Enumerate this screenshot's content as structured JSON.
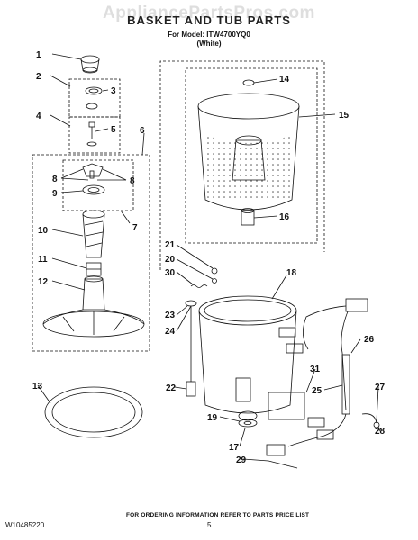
{
  "header": {
    "watermark": "AppliancePartsPros.com",
    "title": "BASKET AND TUB PARTS",
    "model_line": "For Model: ITW4700YQ0",
    "color_line": "(White)"
  },
  "callouts": [
    {
      "id": "1",
      "label": "1"
    },
    {
      "id": "2",
      "label": "2"
    },
    {
      "id": "3",
      "label": "3"
    },
    {
      "id": "4",
      "label": "4"
    },
    {
      "id": "5",
      "label": "5"
    },
    {
      "id": "6",
      "label": "6"
    },
    {
      "id": "7",
      "label": "7"
    },
    {
      "id": "8a",
      "label": "8"
    },
    {
      "id": "8b",
      "label": "8"
    },
    {
      "id": "9",
      "label": "9"
    },
    {
      "id": "10",
      "label": "10"
    },
    {
      "id": "11",
      "label": "11"
    },
    {
      "id": "12",
      "label": "12"
    },
    {
      "id": "13",
      "label": "13"
    },
    {
      "id": "14",
      "label": "14"
    },
    {
      "id": "15",
      "label": "15"
    },
    {
      "id": "16",
      "label": "16"
    },
    {
      "id": "17",
      "label": "17"
    },
    {
      "id": "18",
      "label": "18"
    },
    {
      "id": "19",
      "label": "19"
    },
    {
      "id": "20",
      "label": "20"
    },
    {
      "id": "21",
      "label": "21"
    },
    {
      "id": "22",
      "label": "22"
    },
    {
      "id": "23",
      "label": "23"
    },
    {
      "id": "24",
      "label": "24"
    },
    {
      "id": "25",
      "label": "25"
    },
    {
      "id": "26",
      "label": "26"
    },
    {
      "id": "27",
      "label": "27"
    },
    {
      "id": "28",
      "label": "28"
    },
    {
      "id": "29",
      "label": "29"
    },
    {
      "id": "30",
      "label": "30"
    },
    {
      "id": "31",
      "label": "31"
    }
  ],
  "footer": {
    "doc_number": "W10485220",
    "note": "FOR ORDERING INFORMATION REFER TO PARTS PRICE LIST",
    "page": "5"
  }
}
